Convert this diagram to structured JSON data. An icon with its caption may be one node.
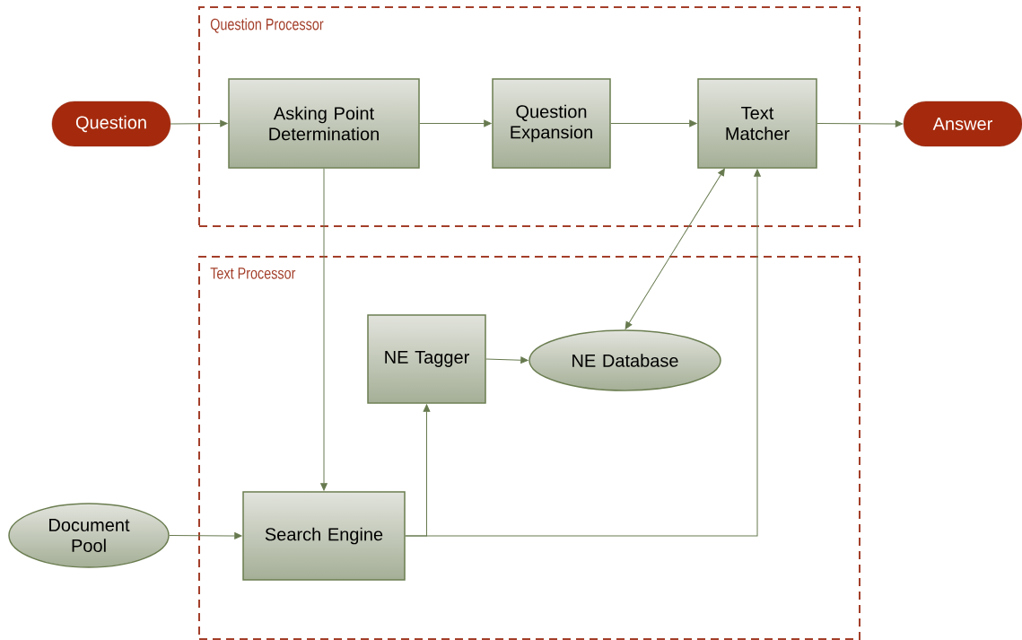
{
  "diagram": {
    "nodes": [
      {
        "text": [
          "Question Processor"
        ]
      },
      {
        "text": [
          "Question"
        ]
      },
      {
        "text": [
          "Asking Point Determination"
        ],
        "in": 0
      },
      {
        "text": [
          "Question Expansion"
        ],
        "in": 0
      },
      {
        "text": [
          "Text Matcher"
        ],
        "in": 0
      },
      {
        "text": [
          "Answer"
        ]
      },
      {
        "text": [
          "Text Processor"
        ]
      },
      {
        "text": [
          "NE Tagger"
        ],
        "in": 6
      },
      {
        "text": [
          "NE Database"
        ],
        "in": 6
      },
      {
        "text": [
          "Document Pool"
        ]
      },
      {
        "text": [
          "Search Engine"
        ],
        "in": 6
      }
    ],
    "edges": [
      {
        "from": 1,
        "to": 2,
        "arrow": "to"
      },
      {
        "from": 2,
        "to": 3,
        "arrow": "to"
      },
      {
        "from": 3,
        "to": 4,
        "arrow": "to"
      },
      {
        "from": 4,
        "to": 5,
        "arrow": "to"
      },
      {
        "from": 2,
        "to": 10,
        "arrow": "to"
      },
      {
        "from": 9,
        "to": 10,
        "arrow": "to"
      },
      {
        "from": 10,
        "to": 7,
        "arrow": "to"
      },
      {
        "from": 10,
        "to": 4,
        "arrow": "to"
      },
      {
        "from": 7,
        "to": 8,
        "arrow": "to"
      },
      {
        "from": 4,
        "to": 8,
        "arrow": "both"
      }
    ]
  }
}
